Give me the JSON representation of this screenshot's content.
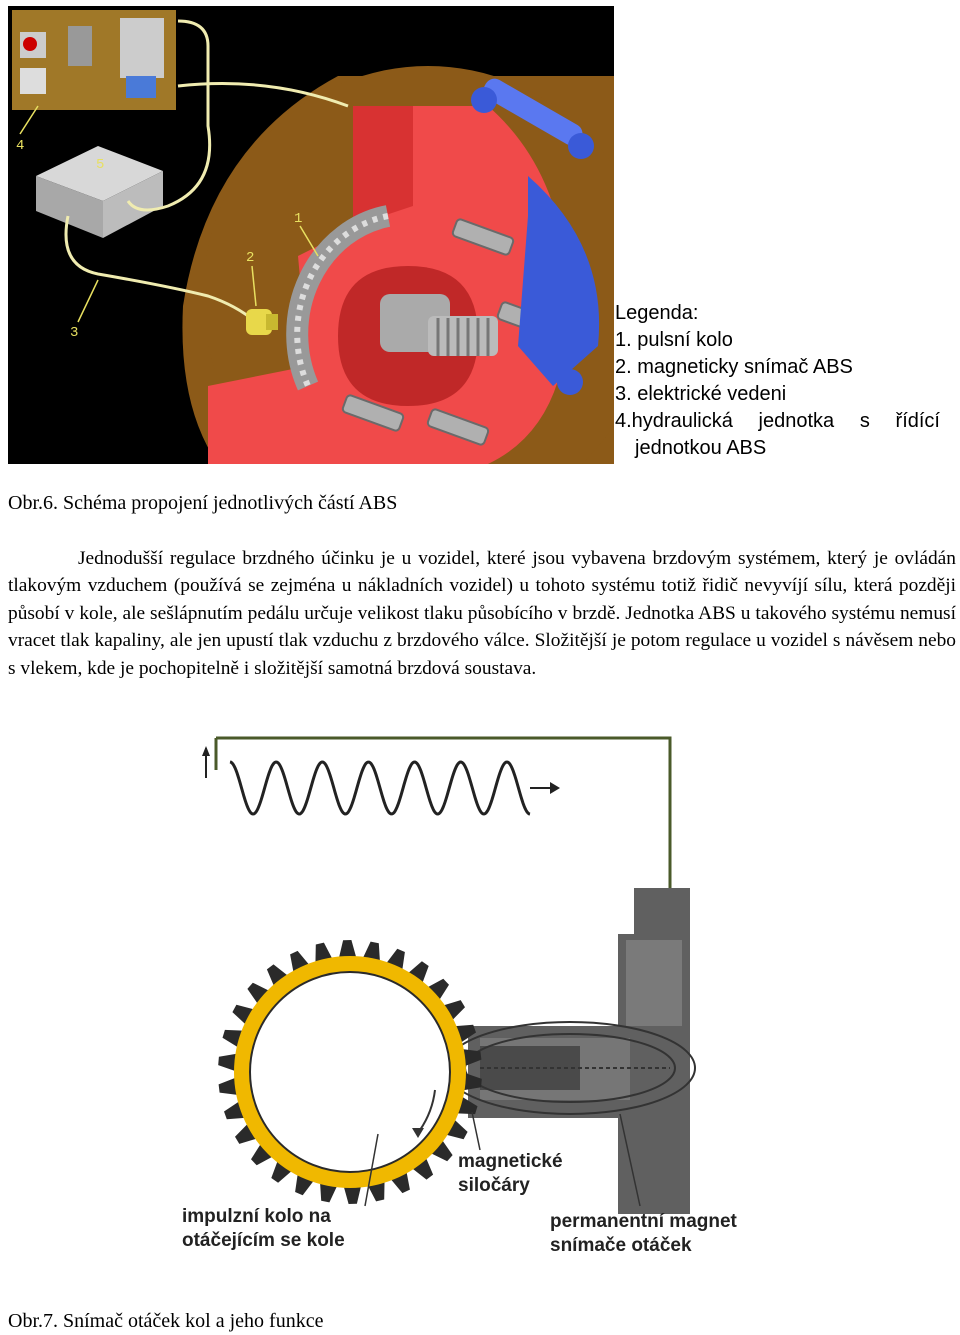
{
  "figure6": {
    "callouts": [
      "1",
      "2",
      "3",
      "4",
      "5"
    ],
    "legend": {
      "title": "Legenda:",
      "items": [
        "1. pulsní kolo",
        "2. magneticky snímač ABS",
        "3. elektrické vedeni"
      ],
      "item4_words": [
        "4.hydraulická",
        "jednotka",
        "s",
        "řídící"
      ],
      "item4_cont": "jednotkou ABS"
    },
    "caption": "Obr.6. Schéma propojení jednotlivých částí ABS"
  },
  "paragraph": "Jednodušší regulace brzdného účinku je u vozidel, které jsou vybavena brzdovým systémem, který je ovládán tlakovým vzduchem (používá se zejména u nákladních vozidel) u tohoto systému totiž řidič nevyvíjí sílu, která později působí v kole, ale sešlápnutím pedálu určuje velikost tlaku působícího v brzdě. Jednotka ABS u takového systému nemusí vracet tlak kapaliny, ale jen upustí tlak vzduchu z brzdového válce. Složitější je potom regulace u vozidel s návěsem nebo s vlekem, kde je pochopitelně i složitější samotná brzdová soustava.",
  "figure7": {
    "labels": {
      "field_lines": [
        "magnetické",
        "siločáry"
      ],
      "pulse_wheel": [
        "impulzní kolo na",
        "otáčejícím se kole"
      ],
      "magnet": [
        "permanentní magnet",
        "snímače otáček"
      ]
    },
    "caption": "Obr.7. Snímač otáček kol a jeho funkce"
  },
  "colors": {
    "background": "#000000",
    "disc_brown": "#8c5a18",
    "hub_red": "#f04a4a",
    "caliper_blue": "#3a5ad8",
    "hydraulic_tan": "#a07828",
    "ecu_gray": "#bcbcbc",
    "wire": "#f0ecb0",
    "callout": "#e8e060",
    "signal_line": "#4a5a2a",
    "gear_ring": "#f0b800"
  }
}
